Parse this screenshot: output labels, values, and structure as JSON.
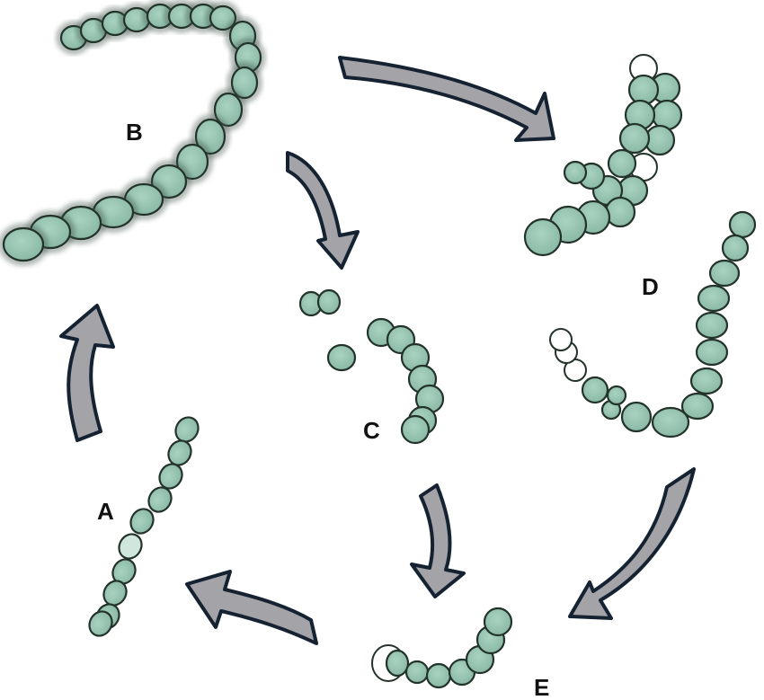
{
  "labels": {
    "A": "A",
    "B": "B",
    "C": "C",
    "D": "D",
    "E": "E"
  },
  "colors": {
    "cell_fill": "#96c5b1",
    "cell_fill_dark": "#8cbca8",
    "cell_outline": "#23332a",
    "empty_cell_fill": "#ffffff",
    "arrow_fill": "#a4a4a8",
    "arrow_outline": "#152232",
    "background": "#ffffff"
  }
}
